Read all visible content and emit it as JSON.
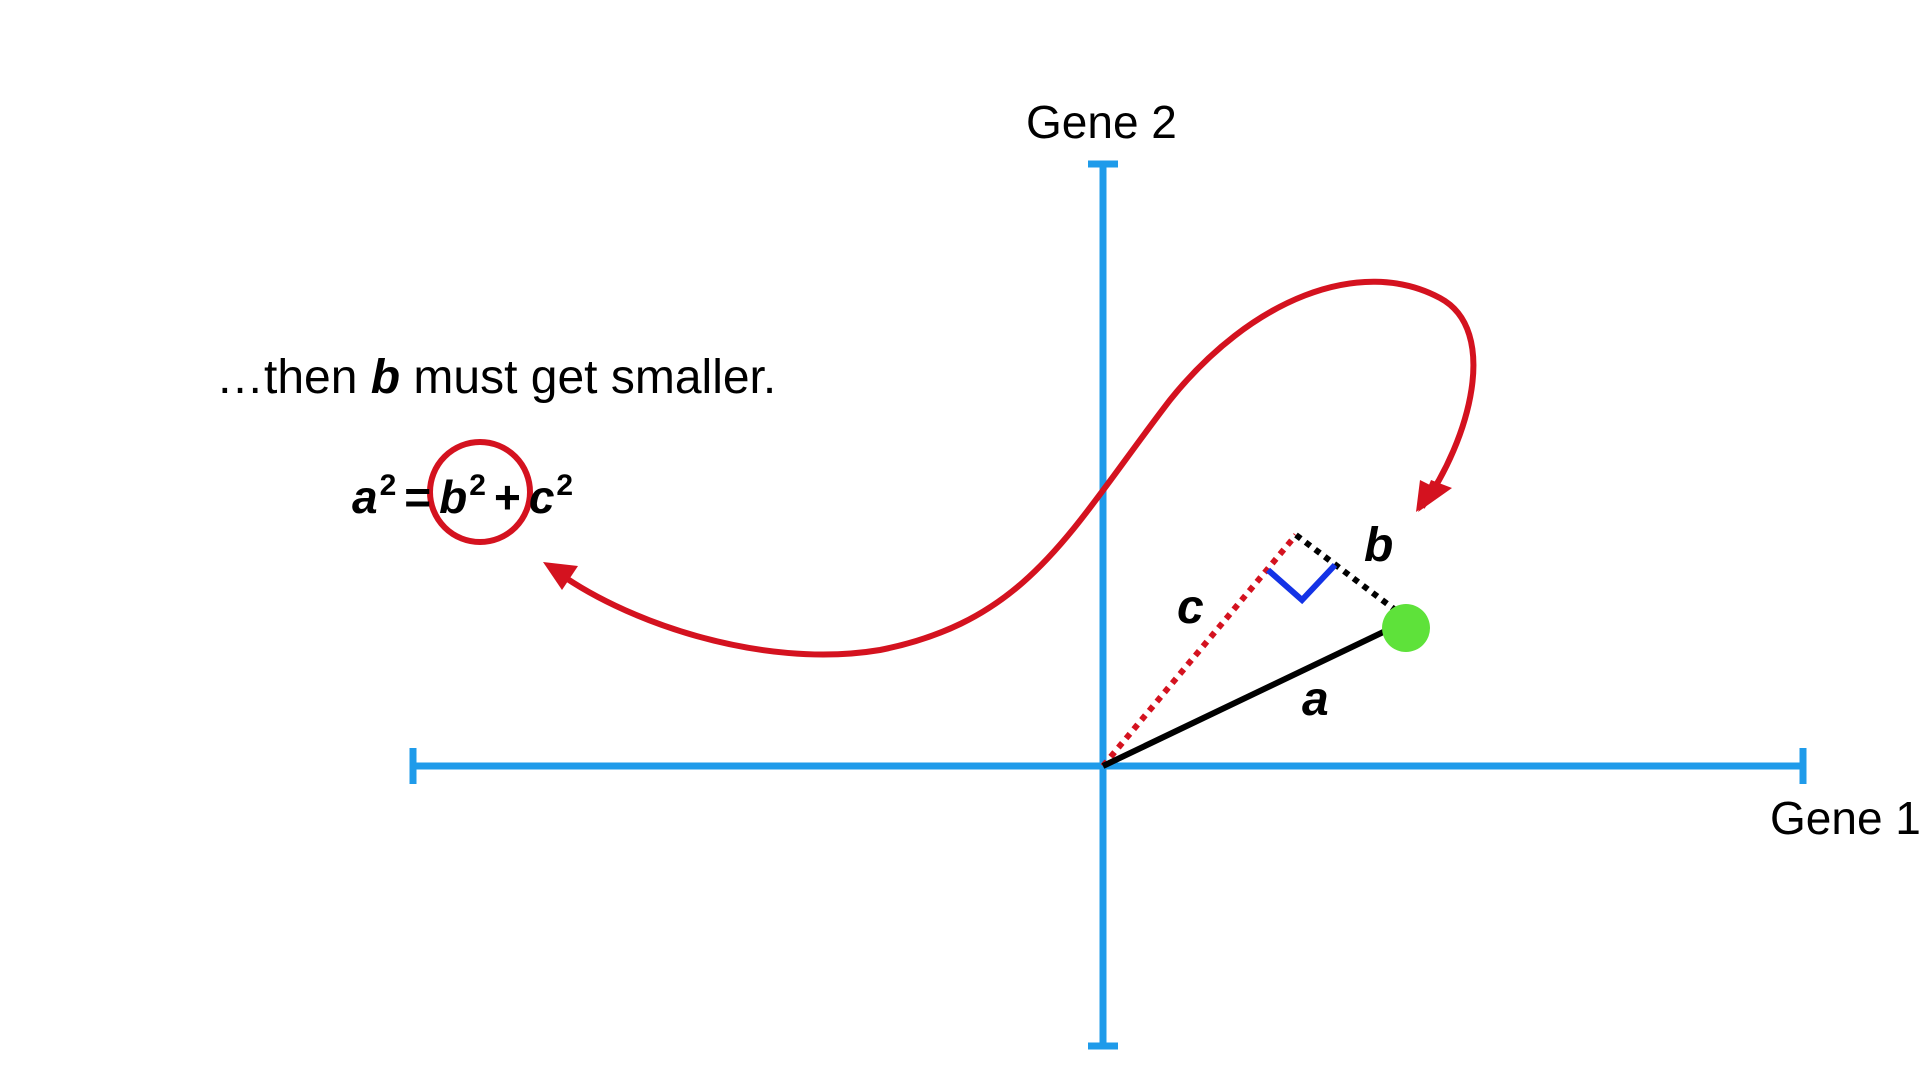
{
  "caption": {
    "prefix": "…then ",
    "variable": "b",
    "suffix": " must get smaller."
  },
  "equation": {
    "term1": "a",
    "exp1": "2",
    "op1": "=",
    "term2": "b",
    "exp2": "2",
    "op2": "+",
    "term3": "c",
    "exp3": "2"
  },
  "axes": {
    "x_label": "Gene 1",
    "y_label": "Gene 2"
  },
  "segments": {
    "a": "a",
    "b": "b",
    "c": "c"
  },
  "colors": {
    "axis": "#1f9bea",
    "arrow": "#d4121f",
    "point": "#5ee23a",
    "right_angle": "#1433e6",
    "segment": "#000000"
  }
}
